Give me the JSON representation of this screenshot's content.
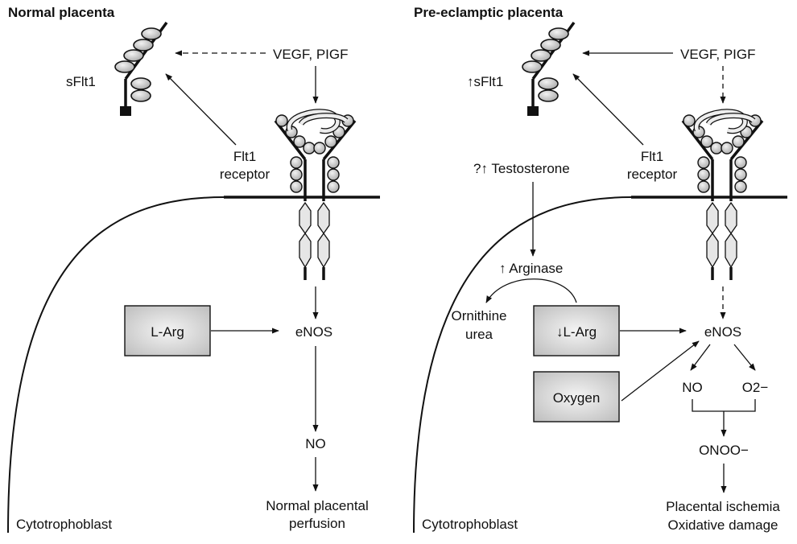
{
  "panels": {
    "normal": {
      "title": "Normal placenta",
      "sflt1": "sFlt1",
      "vegf": "VEGF, PIGF",
      "flt1_line1": "Flt1",
      "flt1_line2": "receptor",
      "larg": "L-Arg",
      "enos": "eNOS",
      "no": "NO",
      "outcome_line1": "Normal placental",
      "outcome_line2": "perfusion",
      "cell": "Cytotrophoblast"
    },
    "preeclamptic": {
      "title": "Pre-eclamptic placenta",
      "sflt1": "↑sFlt1",
      "vegf": "VEGF, PIGF",
      "flt1_line1": "Flt1",
      "flt1_line2": "receptor",
      "testosterone": "?↑ Testosterone",
      "arginase": "↑ Arginase",
      "ornithine_line1": "Ornithine",
      "ornithine_line2": "urea",
      "larg": "↓L-Arg",
      "oxygen": "Oxygen",
      "enos": "eNOS",
      "no": "NO",
      "superoxide": "O2−",
      "peroxynitrite": "ONOO−",
      "outcome_line1": "Placental ischemia",
      "outcome_line2": "Oxidative damage",
      "cell": "Cytotrophoblast"
    }
  }
}
